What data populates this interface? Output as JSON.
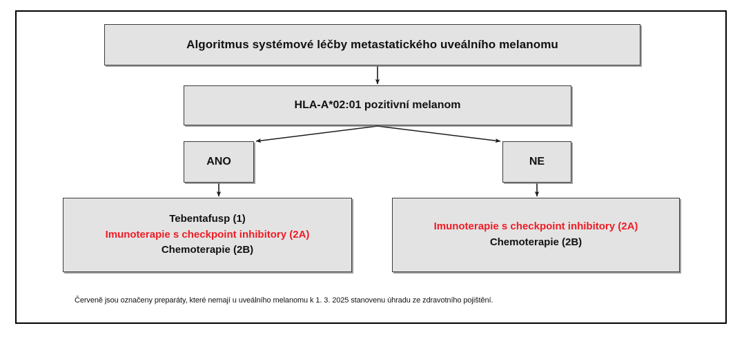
{
  "figure": {
    "title_box": {
      "label": "Algoritmus systémové léčby metastatického uveálního melanomu"
    },
    "decision_box": {
      "label": "HLA-A*02:01 pozitivní melanom"
    },
    "branch_yes": {
      "label": "ANO"
    },
    "branch_no": {
      "label": "NE"
    },
    "treatment_yes": {
      "lines": [
        {
          "text": "Tebentafusp (1)",
          "color_class": "black"
        },
        {
          "text": "Imunoterapie s checkpoint inhibitory (2A)",
          "color_class": "red"
        },
        {
          "text": "Chemoterapie (2B)",
          "color_class": "black"
        }
      ]
    },
    "treatment_no": {
      "lines": [
        {
          "text": "Imunoterapie s checkpoint inhibitory (2A)",
          "color_class": "red"
        },
        {
          "text": "Chemoterapie (2B)",
          "color_class": "black"
        }
      ]
    },
    "footnote": {
      "text": "Červeně jsou označeny preparáty, které nemají u uveálního melanomu k 1. 3. 2025 stanovenu úhradu ze zdravotního pojištění."
    },
    "colors": {
      "box_fill": "#e3e3e3",
      "box_border": "#3a3a3a",
      "frame_border": "#000000",
      "highlight_red": "#ee1c25",
      "text_black": "#111111",
      "page_background": "#ffffff"
    },
    "icons": {
      "arrow_down": "arrow-down-icon",
      "arrow_branch_left": "arrow-branch-left-icon",
      "arrow_branch_right": "arrow-branch-right-icon"
    }
  }
}
